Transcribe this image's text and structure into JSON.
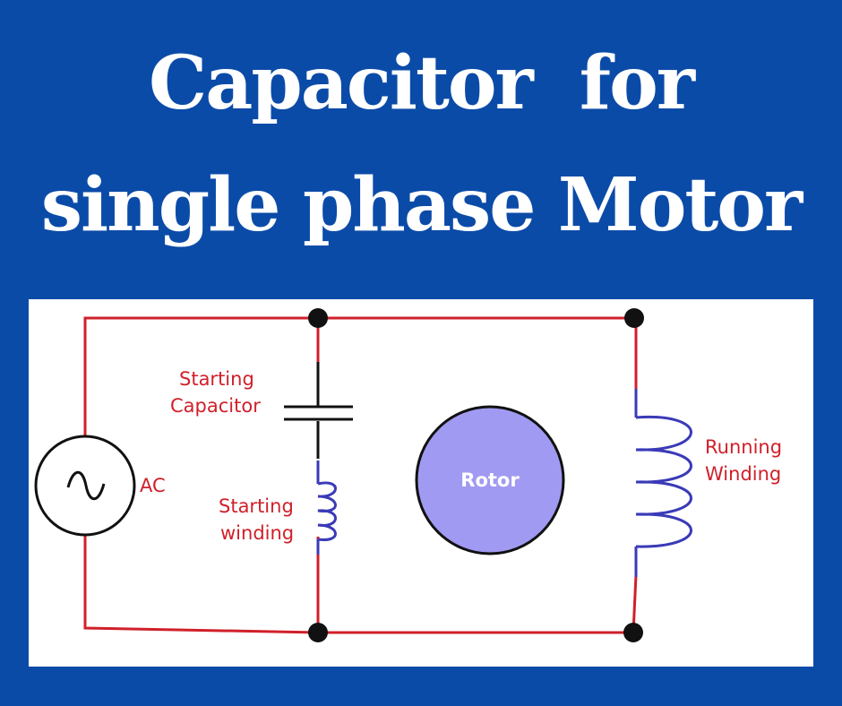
{
  "title": {
    "line1": "Capacitor  for",
    "line2": "single phase Motor"
  },
  "diagram": {
    "source_label": "AC",
    "capacitor_label": [
      "Starting",
      "Capacitor"
    ],
    "starting_winding_label": [
      "Starting",
      "winding"
    ],
    "rotor_label": "Rotor",
    "running_winding_label": [
      "Running",
      "Winding"
    ]
  },
  "colors": {
    "background": "#0B4BA8",
    "wire": "#D0202A",
    "coil": "#3A3AB8",
    "rotor_fill": "#A09AF2",
    "node": "#111111"
  },
  "icons": {
    "source": "ac-sine-icon"
  }
}
